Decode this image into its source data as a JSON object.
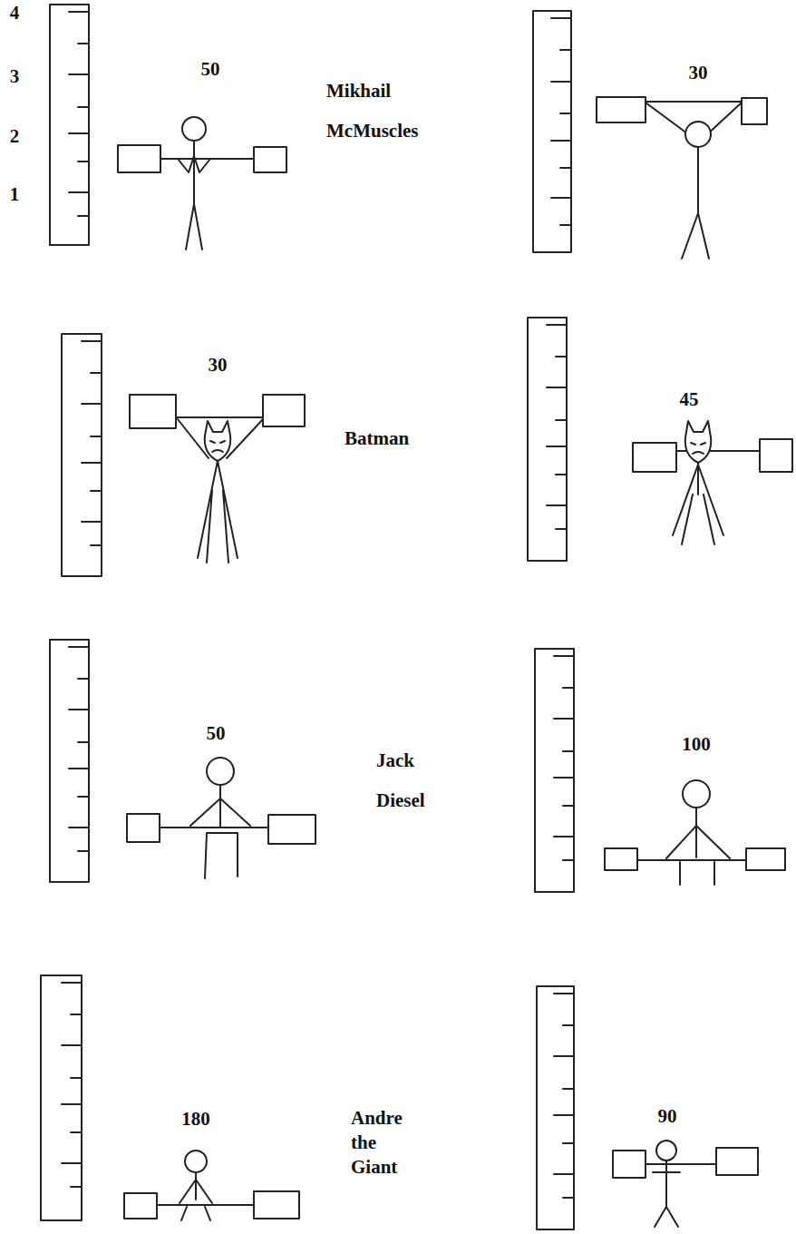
{
  "diagram": {
    "labels": [
      "4",
      "3",
      "2",
      "1",
      "50",
      "Mikhail McMuscles",
      "30",
      "30",
      "Batman",
      "45",
      "50",
      "Jack Diesel",
      "100",
      "180",
      "Andre the Giant",
      "90"
    ]
  }
}
